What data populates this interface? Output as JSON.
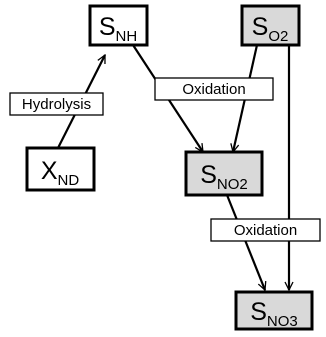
{
  "nodes": {
    "s_nh": {
      "main": "S",
      "sub": "NH",
      "fill": "#ffffff"
    },
    "s_o2": {
      "main": "S",
      "sub": "O2",
      "fill": "#d9d9d9"
    },
    "x_nd": {
      "main": "X",
      "sub": "ND",
      "fill": "#ffffff"
    },
    "s_no2": {
      "main": "S",
      "sub": "NO2",
      "fill": "#d9d9d9"
    },
    "s_no3": {
      "main": "S",
      "sub": "NO3",
      "fill": "#d9d9d9"
    }
  },
  "processes": {
    "hydrolysis": "Hydrolysis",
    "oxidation_1": "Oxidation",
    "oxidation_2": "Oxidation"
  },
  "edges": [
    {
      "from": "x_nd",
      "to": "s_nh",
      "via": "hydrolysis"
    },
    {
      "from": "s_nh",
      "to": "s_no2",
      "via": "oxidation_1"
    },
    {
      "from": "s_o2",
      "to": "s_no2",
      "via": "oxidation_1"
    },
    {
      "from": "s_no2",
      "to": "s_no3",
      "via": "oxidation_2"
    },
    {
      "from": "s_o2",
      "to": "s_no3",
      "via": "oxidation_2"
    }
  ]
}
